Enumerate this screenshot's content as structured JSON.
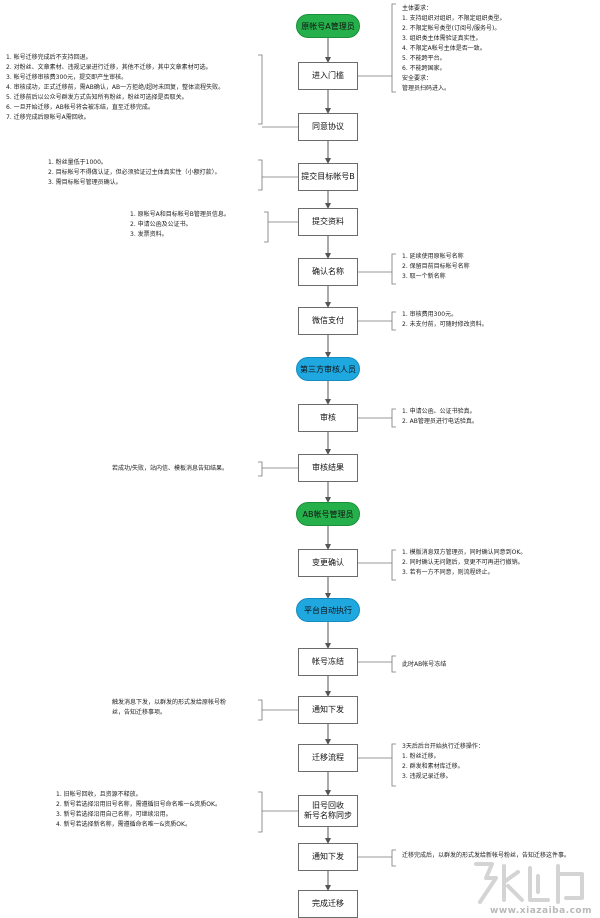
{
  "nodes": {
    "start": "原帐号A管理员",
    "entry": "进入门槛",
    "agree": "同意协议",
    "submit_target": "提交目标帐号B",
    "submit_docs": "提交资料",
    "confirm_name": "确认名称",
    "wechat_pay": "微信支付",
    "third_party": "第三方审核人员",
    "review": "审核",
    "review_result": "审核结果",
    "ab_admin": "AB帐号管理员",
    "change_confirm": "变更确认",
    "platform_auto": "平台自动执行",
    "account_freeze": "帐号冻结",
    "notify_1": "通知下发",
    "migrate_flow": "迁移流程",
    "old_recycle": "旧号回收\n新号名称同步",
    "notify_2": "通知下发",
    "done": "完成迁移"
  },
  "notes": {
    "entry_right": [
      "主体要求：",
      "1. 支持组织对组织，不限定组织类型。",
      "2. 不限定帐号类型(订阅号/服务号)。",
      "3. 组织类主体需验证真实性。",
      "4. 不限定A帐号主体是否一致。",
      "5. 不能跨平台。",
      "6. 不能跨国家。",
      "安全要求：",
      "管理员扫码进入。"
    ],
    "agree_left": [
      "1. 帐号迁移完成后不支持回退。",
      "2. 对粉丝、文章素材、违规记录进行迁移，其他不迁移，其中文章素材可选。",
      "3. 帐号迁移审核费300元，提交即产生审核。",
      "4. 审核成功，正式迁移前，需AB确认，AB一方拒绝/超时未回复，整体流程失败。",
      "5. 迁移前后以公众号群发方式告知所有粉丝，粉丝可选择是否取关。",
      "6. 一旦开始迁移，AB帐号将会被冻结，直至迁移完成。",
      "7. 迁移完成后原帐号A需回收。"
    ],
    "target_left": [
      "1. 粉丝量低于1000。",
      "2. 目标帐号不得做认证，但必须验证过主体真实性（小额打款）。",
      "3. 需目标帐号管理员确认。"
    ],
    "docs_left": [
      "1. 原帐号A和目标帐号B管理员信息。",
      "2. 申请公函及公证书。",
      "3. 发票资料。"
    ],
    "name_right": [
      "1. 延续使用原帐号名称",
      "2. 保留目前目标帐号名称",
      "3. 取一个新名称"
    ],
    "pay_right": [
      "1. 审核费用300元。",
      "2. 未支付前，可随时修改资料。"
    ],
    "review_right": [
      "1. 申请公函、公证书验真。",
      "2. AB管理员进行电话验真。"
    ],
    "result_left": [
      "若成功/失败，站内信、模板消息告知结果。"
    ],
    "change_right": [
      "1. 模版消息双方管理员，同时确认同意到OK。",
      "2. 同时确认无问题后，变更不可再进行撤销。",
      "3. 若有一方不同意，则流程终止。"
    ],
    "freeze_right": [
      "此时AB帐号冻结"
    ],
    "notify1_left": [
      "触发消息下发，以群发的形式发给原帐号粉",
      "丝，告知迁移事项。"
    ],
    "migrate_right": [
      "3天后后台开始执行迁移操作：",
      "1. 粉丝迁移。",
      "2. 群发和素材库迁移。",
      "3. 违规记录迁移。"
    ],
    "recycle_left": [
      "1. 旧帐号回收，且资源不释放。",
      "2. 新号若选择沿用旧号名称，需遵循旧号命名唯一&资质OK。",
      "3. 新号若选择沿用自己名称，可继续沿用。",
      "4. 新号若选择新名称，需遵循命名唯一&资质OK。"
    ],
    "notify2_right": [
      "迁移完成后，以群发的形式发给新帐号粉丝，告知迁移这件事。"
    ]
  },
  "watermark": {
    "site": "www.xiazaiba.com"
  },
  "colors": {
    "green_pill": "#25b04b",
    "blue_pill": "#1fa7e0",
    "line": "#555555"
  }
}
